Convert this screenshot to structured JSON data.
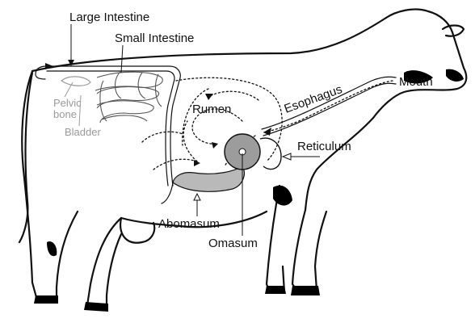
{
  "labels": {
    "large_intestine": "Large Intestine",
    "small_intestine": "Small Intestine",
    "pelvic_bone_line1": "Pelvic",
    "pelvic_bone_line2": "bone",
    "bladder": "Bladder",
    "rumen": "Rumen",
    "esophagus": "Esophagus",
    "mouth": "Mouth",
    "reticulum": "Reticulum",
    "abomasum": "Abomasum",
    "omasum": "Omasum"
  },
  "colors": {
    "outline": "#111111",
    "organ_fill": "#b9b9b9",
    "omasum_fill": "#9c9c9c",
    "grey_label": "#9a9a9a",
    "spots": "#000000"
  }
}
